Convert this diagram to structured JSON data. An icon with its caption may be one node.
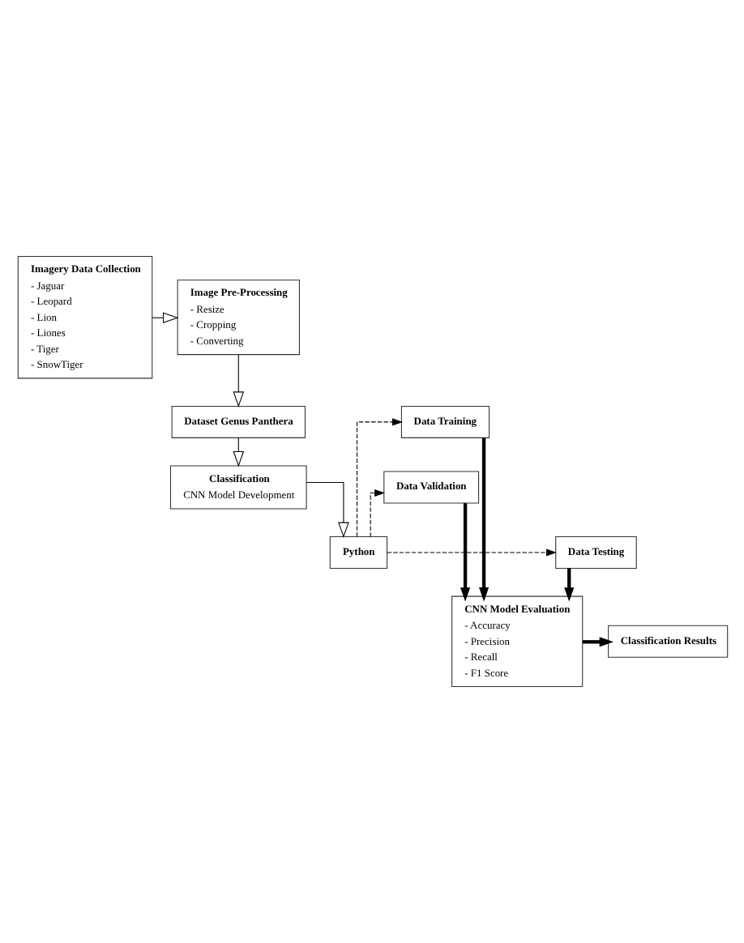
{
  "diagram": {
    "nodes": [
      {
        "text": [
          "Imagery Data Collection",
          "- Jaguar",
          "- Leopard",
          "- Lion",
          "- Liones",
          "- Tiger",
          "- SnowTiger"
        ]
      },
      {
        "text": [
          "Image Pre-Processing",
          "- Resize",
          "- Cropping",
          "- Converting"
        ]
      },
      {
        "text": [
          "Dataset Genus Panthera"
        ]
      },
      {
        "text": [
          "Data Training"
        ]
      },
      {
        "text": [
          "Classification",
          "CNN Model Development"
        ]
      },
      {
        "text": [
          "Data Validation"
        ]
      },
      {
        "text": [
          "Data Testing"
        ]
      },
      {
        "text": [
          "Python"
        ]
      },
      {
        "text": [
          "CNN Model Evaluation",
          "- Accuracy",
          "- Precision",
          "- Recall",
          "- F1 Score"
        ]
      },
      {
        "text": [
          "Classification Results"
        ]
      }
    ],
    "edges": [
      {
        "from": 0,
        "to": 1,
        "arrow": "to"
      },
      {
        "from": 1,
        "to": 2,
        "arrow": "to"
      },
      {
        "from": 2,
        "to": 4,
        "arrow": "to"
      },
      {
        "from": 4,
        "to": 7,
        "arrow": "to"
      },
      {
        "from": 7,
        "to": 3,
        "arrow": "to",
        "style": "dashed"
      },
      {
        "from": 7,
        "to": 5,
        "arrow": "to",
        "style": "dashed"
      },
      {
        "from": 7,
        "to": 6,
        "arrow": "to",
        "style": "dashed"
      },
      {
        "from": 3,
        "to": 8,
        "arrow": "to",
        "style": "thick"
      },
      {
        "from": 5,
        "to": 8,
        "arrow": "to",
        "style": "thick"
      },
      {
        "from": 6,
        "to": 8,
        "arrow": "to",
        "style": "thick"
      },
      {
        "from": 8,
        "to": 9,
        "arrow": "to",
        "style": "thick"
      }
    ]
  }
}
